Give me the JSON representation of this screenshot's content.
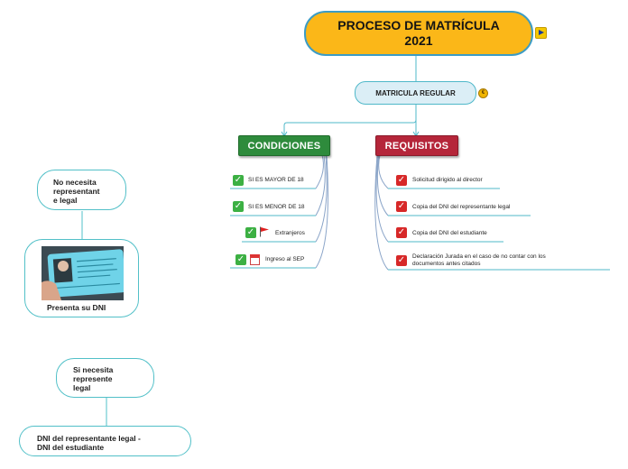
{
  "root": {
    "line1": "PROCESO DE MATRÍCULA",
    "line2": "2021",
    "icon": "play-icon"
  },
  "regular": {
    "label": "MATRICULA REGULAR",
    "icon": "coin-icon"
  },
  "condiciones": {
    "label": "CONDICIONES",
    "color": "#2e8b3c",
    "items": [
      {
        "text": "SI ES MAYOR DE 18",
        "icons": [
          "check-icon"
        ]
      },
      {
        "text": "SI ES MENOR DE 18",
        "icons": [
          "check-icon"
        ]
      },
      {
        "text": "Extranjeros",
        "icons": [
          "check-icon",
          "flag-icon"
        ]
      },
      {
        "text": "Ingreso al SEP",
        "icons": [
          "check-icon",
          "calendar-icon"
        ]
      }
    ]
  },
  "requisitos": {
    "label": "REQUISITOS",
    "color": "#b5263a",
    "items": [
      {
        "text": "Solicitud dirigido al director"
      },
      {
        "text": "Copia del DNI del representante legal"
      },
      {
        "text": "Copia del DNI del estudiante"
      },
      {
        "text_line1": "Declaración Jurada en el caso de no contar con los",
        "text_line2": "documentos antes citados"
      }
    ]
  },
  "left": {
    "no_necesita": {
      "line1": "No necesita",
      "line2": "representant",
      "line3": "e legal"
    },
    "presenta": {
      "caption": "Presenta su DNI",
      "image": "id-card-photo"
    },
    "si_necesita": {
      "line1": "Si necesita",
      "line2": "represente",
      "line3": "legal"
    },
    "dni": {
      "line1": "DNI del representante legal -",
      "line2": "DNI del estudiante"
    }
  }
}
